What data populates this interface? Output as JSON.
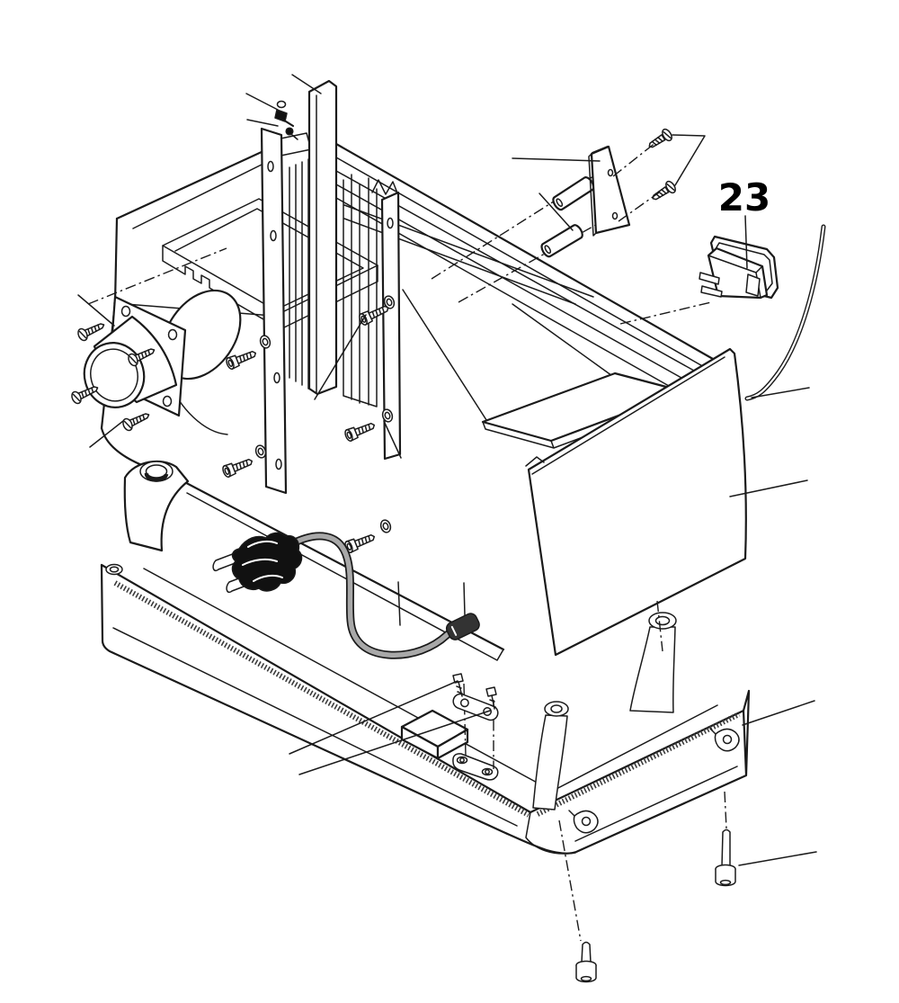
{
  "diagram": {
    "kind": "exploded-parts-diagram",
    "background_color": "#ffffff",
    "line_color": "#1a1a1a",
    "cable_color": "#a8a8a8",
    "plug_color": "#111111",
    "serration_color": "#3a3a3a",
    "callout": {
      "label": "23",
      "part": "power-switch"
    },
    "parts": [
      "housing-frame",
      "blade-bar",
      "guide-plates",
      "motor",
      "motor-flange",
      "flange-screws",
      "panel-screws",
      "mounting-bracket",
      "spacer-pins",
      "bracket-screws",
      "power-switch",
      "switch-wire",
      "rear-cover",
      "base",
      "machine-foot",
      "power-cord",
      "mains-plug",
      "strain-relief",
      "cable-clamp",
      "clamp-screws",
      "terminal-block",
      "base-screws"
    ]
  }
}
